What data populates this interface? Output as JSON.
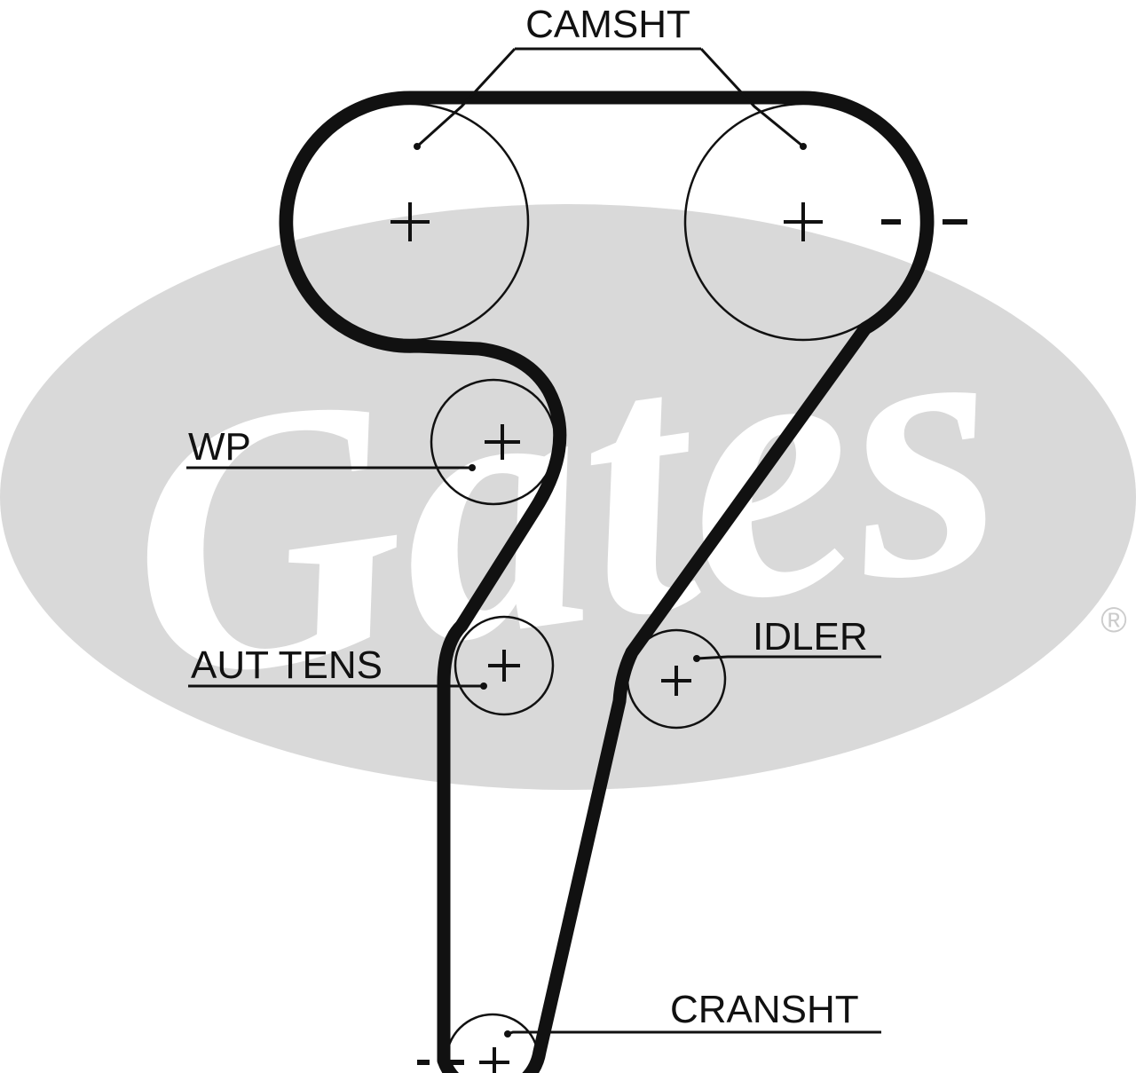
{
  "labels": {
    "camsht": "CAMSHT",
    "wp": "WP",
    "aut_tens": "AUT TENS",
    "idler": "IDLER",
    "cransht": "CRANSHT"
  },
  "logo": {
    "text": "Gates",
    "registered": "®"
  },
  "colors": {
    "belt": "#111111",
    "watermark": "#d9d9d9"
  }
}
